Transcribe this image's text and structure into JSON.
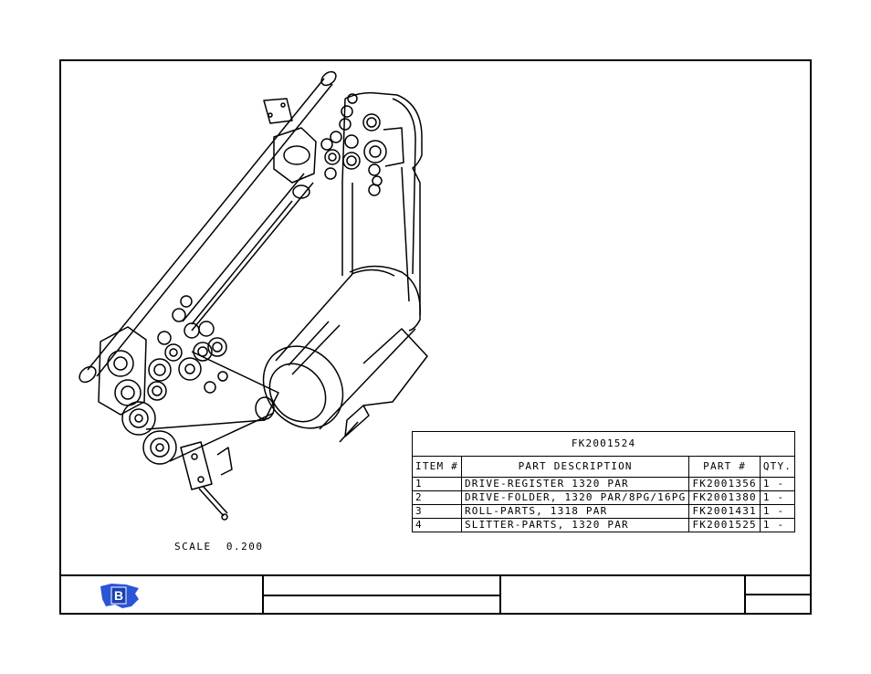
{
  "bom": {
    "title": "FK2001524",
    "headers": {
      "item": "ITEM #",
      "description": "PART DESCRIPTION",
      "part": "PART #",
      "qty": "QTY."
    },
    "rows": [
      {
        "item": "1",
        "description": "DRIVE-REGISTER 1320 PAR",
        "part": "FK2001356",
        "qty": "1 -"
      },
      {
        "item": "2",
        "description": "DRIVE-FOLDER, 1320 PAR/8PG/16PG",
        "part": "FK2001380",
        "qty": "1 -"
      },
      {
        "item": "3",
        "description": "ROLL-PARTS, 1318 PAR",
        "part": "FK2001431",
        "qty": "1 -"
      },
      {
        "item": "4",
        "description": "SLITTER-PARTS, 1320 PAR",
        "part": "FK2001525",
        "qty": "1 -"
      }
    ]
  },
  "scale_label": "SCALE  0.200",
  "logo": {
    "letter": "B",
    "primary_color": "#1a3fb0",
    "secondary_color": "#2a55d6"
  }
}
